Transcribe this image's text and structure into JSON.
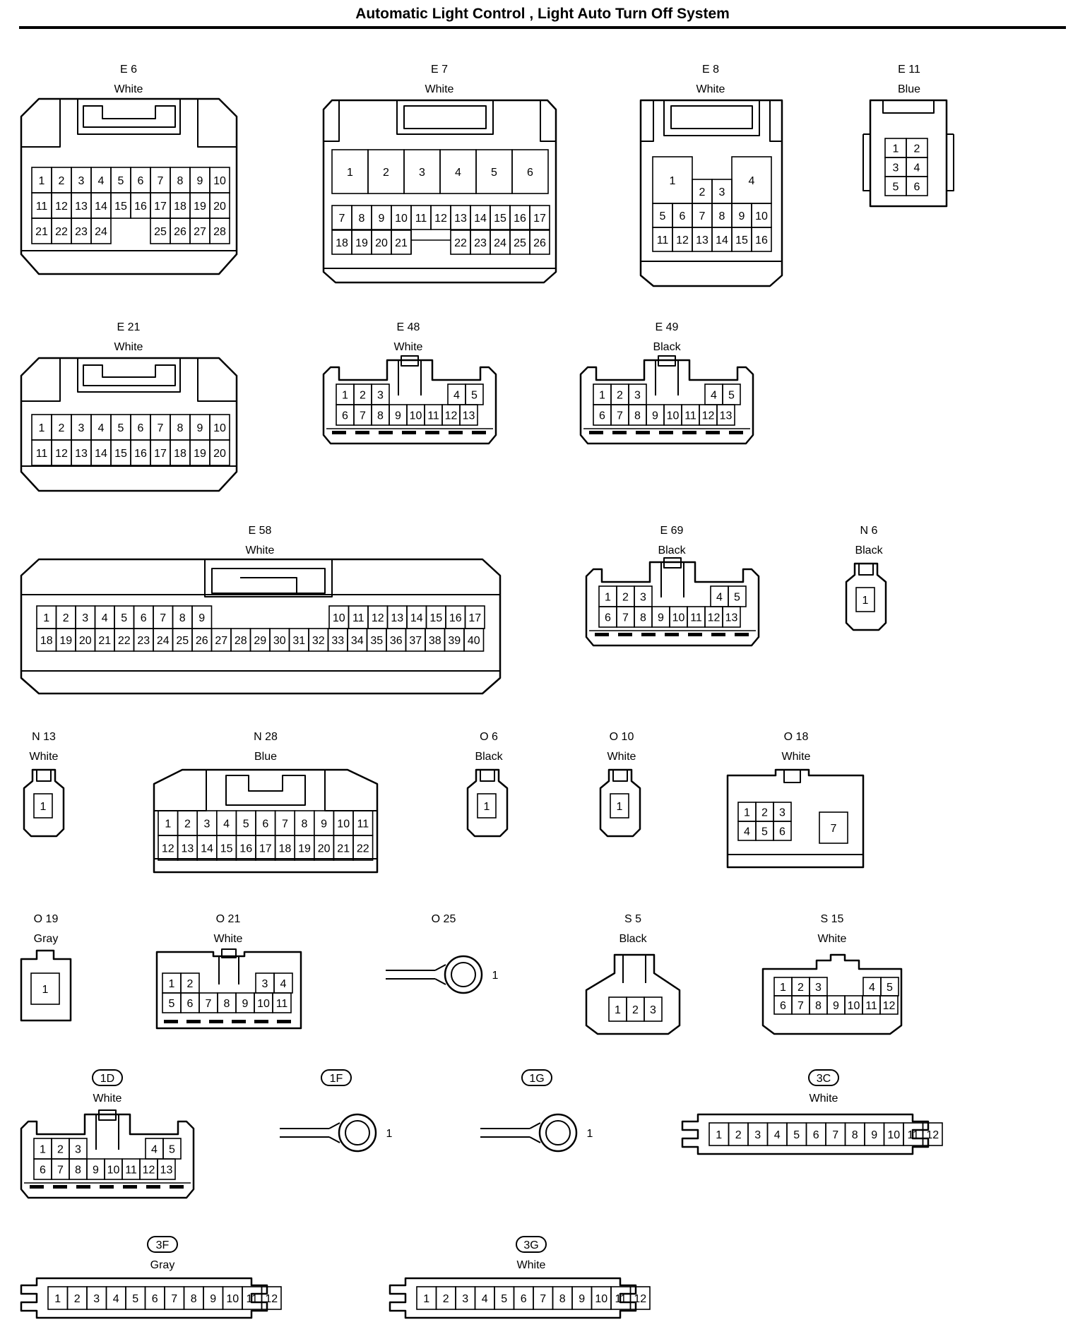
{
  "title": "Automatic Light Control , Light Auto Turn Off System",
  "connectors": [
    {
      "id": "E6",
      "label": "E 6",
      "color": "White",
      "pins": [
        "1",
        "2",
        "3",
        "4",
        "5",
        "6",
        "7",
        "8",
        "9",
        "10",
        "11",
        "12",
        "13",
        "14",
        "15",
        "16",
        "17",
        "18",
        "19",
        "20",
        "21",
        "22",
        "23",
        "24",
        "25",
        "26",
        "27",
        "28"
      ]
    },
    {
      "id": "E7",
      "label": "E 7",
      "color": "White",
      "pins": [
        "1",
        "2",
        "3",
        "4",
        "5",
        "6",
        "7",
        "8",
        "9",
        "10",
        "11",
        "12",
        "13",
        "14",
        "15",
        "16",
        "17",
        "18",
        "19",
        "20",
        "21",
        "22",
        "23",
        "24",
        "25",
        "26"
      ]
    },
    {
      "id": "E8",
      "label": "E 8",
      "color": "White",
      "pins": [
        "1",
        "2",
        "3",
        "4",
        "5",
        "6",
        "7",
        "8",
        "9",
        "10",
        "11",
        "12",
        "13",
        "14",
        "15",
        "16"
      ]
    },
    {
      "id": "E11",
      "label": "E 11",
      "color": "Blue",
      "pins": [
        "1",
        "2",
        "3",
        "4",
        "5",
        "6"
      ]
    },
    {
      "id": "E21",
      "label": "E 21",
      "color": "White",
      "pins": [
        "1",
        "2",
        "3",
        "4",
        "5",
        "6",
        "7",
        "8",
        "9",
        "10",
        "11",
        "12",
        "13",
        "14",
        "15",
        "16",
        "17",
        "18",
        "19",
        "20"
      ]
    },
    {
      "id": "E48",
      "label": "E 48",
      "color": "White",
      "pins": [
        "1",
        "2",
        "3",
        "4",
        "5",
        "6",
        "7",
        "8",
        "9",
        "10",
        "11",
        "12",
        "13"
      ]
    },
    {
      "id": "E49",
      "label": "E 49",
      "color": "Black",
      "pins": [
        "1",
        "2",
        "3",
        "4",
        "5",
        "6",
        "7",
        "8",
        "9",
        "10",
        "11",
        "12",
        "13"
      ]
    },
    {
      "id": "E58",
      "label": "E 58",
      "color": "White",
      "pins": [
        "1",
        "2",
        "3",
        "4",
        "5",
        "6",
        "7",
        "8",
        "9",
        "10",
        "11",
        "12",
        "13",
        "14",
        "15",
        "16",
        "17",
        "18",
        "19",
        "20",
        "21",
        "22",
        "23",
        "24",
        "25",
        "26",
        "27",
        "28",
        "29",
        "30",
        "31",
        "32",
        "33",
        "34",
        "35",
        "36",
        "37",
        "38",
        "39",
        "40"
      ]
    },
    {
      "id": "E69",
      "label": "E 69",
      "color": "Black",
      "pins": [
        "1",
        "2",
        "3",
        "4",
        "5",
        "6",
        "7",
        "8",
        "9",
        "10",
        "11",
        "12",
        "13"
      ]
    },
    {
      "id": "N6",
      "label": "N 6",
      "color": "Black",
      "pins": [
        "1"
      ]
    },
    {
      "id": "N13",
      "label": "N 13",
      "color": "White",
      "pins": [
        "1"
      ]
    },
    {
      "id": "N28",
      "label": "N 28",
      "color": "Blue",
      "pins": [
        "1",
        "2",
        "3",
        "4",
        "5",
        "6",
        "7",
        "8",
        "9",
        "10",
        "11",
        "12",
        "13",
        "14",
        "15",
        "16",
        "17",
        "18",
        "19",
        "20",
        "21",
        "22"
      ]
    },
    {
      "id": "O6",
      "label": "O 6",
      "color": "Black",
      "pins": [
        "1"
      ]
    },
    {
      "id": "O10",
      "label": "O 10",
      "color": "White",
      "pins": [
        "1"
      ]
    },
    {
      "id": "O18",
      "label": "O 18",
      "color": "White",
      "pins": [
        "1",
        "2",
        "3",
        "4",
        "5",
        "6",
        "7"
      ]
    },
    {
      "id": "O19",
      "label": "O 19",
      "color": "Gray",
      "pins": [
        "1"
      ]
    },
    {
      "id": "O21",
      "label": "O 21",
      "color": "White",
      "pins": [
        "1",
        "2",
        "3",
        "4",
        "5",
        "6",
        "7",
        "8",
        "9",
        "10",
        "11"
      ]
    },
    {
      "id": "O25",
      "label": "O 25",
      "color": "",
      "pins": [
        "1"
      ]
    },
    {
      "id": "S5",
      "label": "S 5",
      "color": "Black",
      "pins": [
        "1",
        "2",
        "3"
      ]
    },
    {
      "id": "S15",
      "label": "S 15",
      "color": "White",
      "pins": [
        "1",
        "2",
        "3",
        "4",
        "5",
        "6",
        "7",
        "8",
        "9",
        "10",
        "11",
        "12"
      ]
    },
    {
      "id": "1D",
      "label": "1D",
      "color": "White",
      "pins": [
        "1",
        "2",
        "3",
        "4",
        "5",
        "6",
        "7",
        "8",
        "9",
        "10",
        "11",
        "12",
        "13"
      ]
    },
    {
      "id": "1F",
      "label": "1F",
      "color": "",
      "pins": [
        "1"
      ]
    },
    {
      "id": "1G",
      "label": "1G",
      "color": "",
      "pins": [
        "1"
      ]
    },
    {
      "id": "3C",
      "label": "3C",
      "color": "White",
      "pins": [
        "1",
        "2",
        "3",
        "4",
        "5",
        "6",
        "7",
        "8",
        "9",
        "10",
        "11",
        "12"
      ]
    },
    {
      "id": "3F",
      "label": "3F",
      "color": "Gray",
      "pins": [
        "1",
        "2",
        "3",
        "4",
        "5",
        "6",
        "7",
        "8",
        "9",
        "10",
        "11",
        "12"
      ]
    },
    {
      "id": "3G",
      "label": "3G",
      "color": "White",
      "pins": [
        "1",
        "2",
        "3",
        "4",
        "5",
        "6",
        "7",
        "8",
        "9",
        "10",
        "11",
        "12"
      ]
    }
  ]
}
